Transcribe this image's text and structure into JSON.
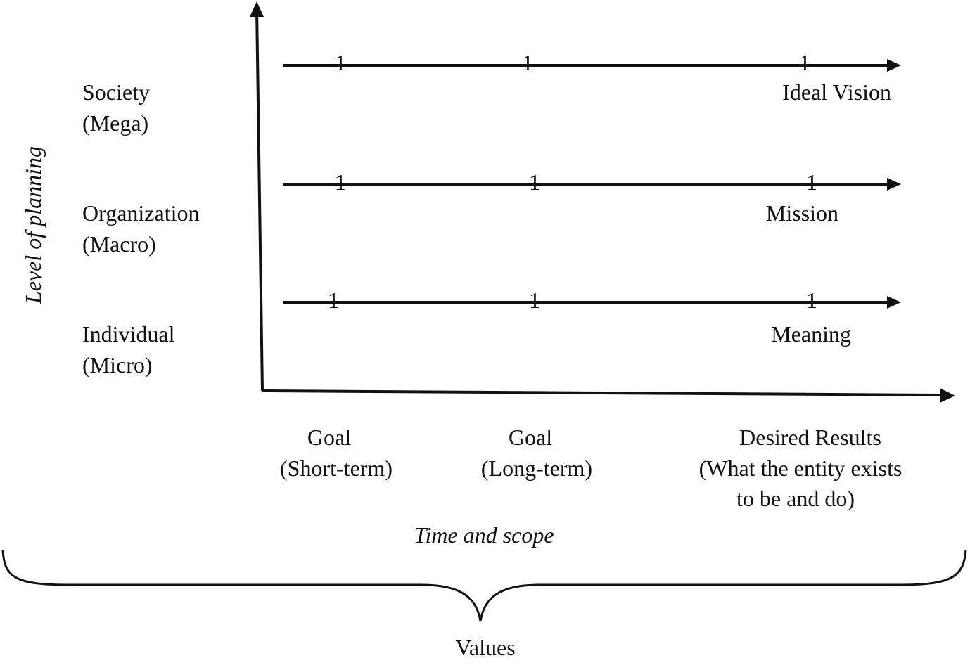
{
  "diagram": {
    "y_axis_label": "Level of planning",
    "x_axis_label": "Time and scope",
    "brace_label": "Values",
    "levels": [
      {
        "line1": "Society",
        "line2": "(Mega)",
        "end_label": "Ideal Vision"
      },
      {
        "line1": "Organization",
        "line2": "(Macro)",
        "end_label": "Mission"
      },
      {
        "line1": "Individual",
        "line2": "(Micro)",
        "end_label": "Meaning"
      }
    ],
    "columns": [
      {
        "line1": "Goal",
        "line2": "(Short-term)",
        "line3": ""
      },
      {
        "line1": "Goal",
        "line2": "(Long-term)",
        "line3": ""
      },
      {
        "line1": "Desired Results",
        "line2": "(What the entity exists",
        "line3": "to be and do)"
      }
    ],
    "tick_glyph": "1"
  },
  "colors": {
    "ink": "#111111",
    "background": "#ffffff"
  }
}
